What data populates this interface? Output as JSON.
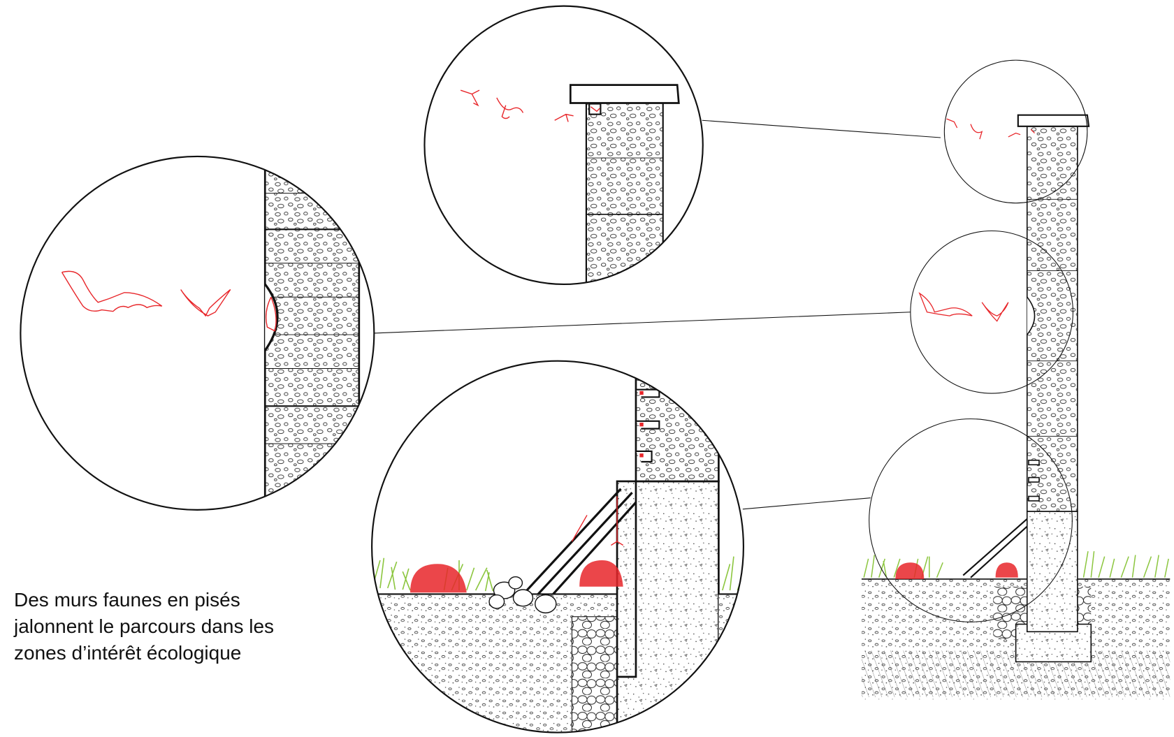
{
  "caption": {
    "lines": [
      "Des murs faunes en pisés",
      "jalonnent le parcours dans les",
      "zones d’intérêt écologique"
    ]
  },
  "colors": {
    "line": "#111111",
    "fauna": "#e8262a",
    "grass": "#8cc63f",
    "background": "#ffffff"
  },
  "icons": [
    "bird-icon",
    "bat-icon",
    "hedgehog-icon",
    "grass-icon"
  ]
}
